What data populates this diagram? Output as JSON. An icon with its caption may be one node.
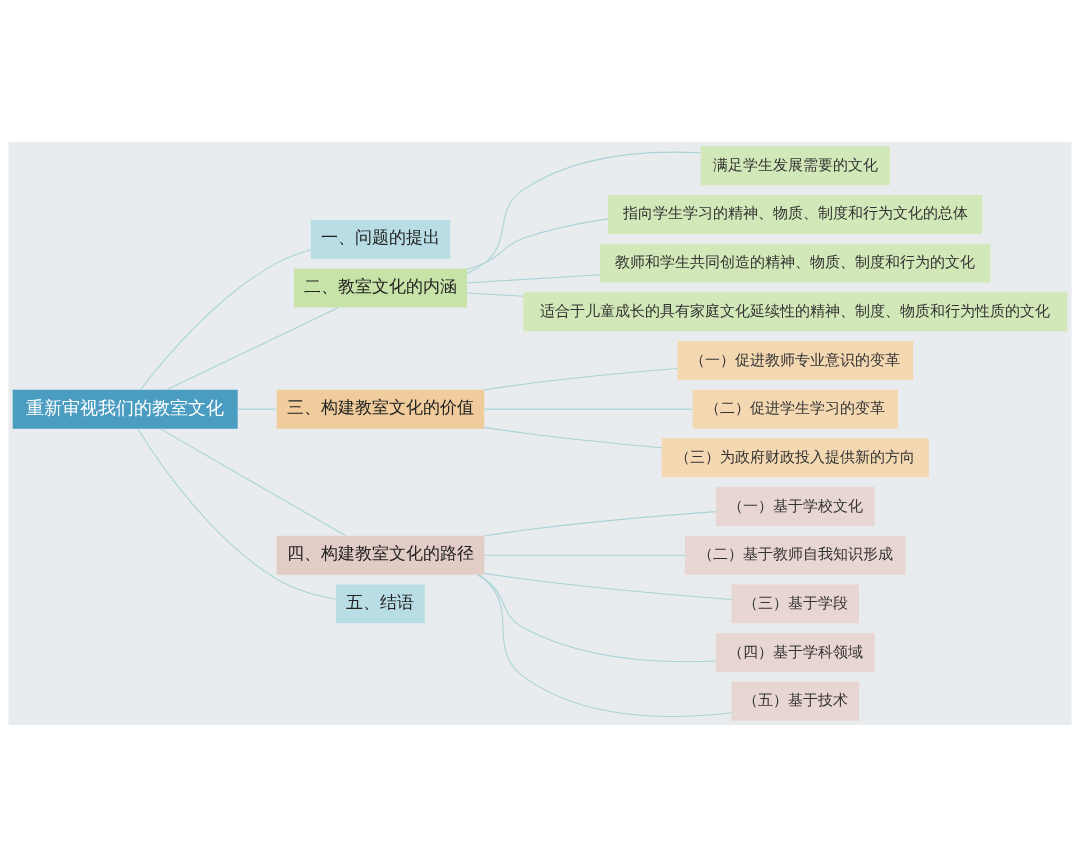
{
  "diagram": {
    "nodes": [
      {
        "text": [
          "重新审视我们的教室文化"
        ]
      },
      {
        "text": [
          "一、问题的提出"
        ]
      },
      {
        "text": [
          "二、教室文化的内涵"
        ]
      },
      {
        "text": [
          "满足学生发展需要的文化"
        ]
      },
      {
        "text": [
          "指向学生学习的精神、物质、制度和行为文化的总体"
        ]
      },
      {
        "text": [
          "教师和学生共同创造的精神、物质、制度和行为的文化"
        ]
      },
      {
        "text": [
          "适合于儿童成长的具有家庭文化延续性的精神、制度、物质和行为性质的文化"
        ]
      },
      {
        "text": [
          "三、构建教室文化的价值"
        ]
      },
      {
        "text": [
          "（一）促进教师专业意识的变革"
        ]
      },
      {
        "text": [
          "（二）促进学生学习的变革"
        ]
      },
      {
        "text": [
          "（三）为政府财政投入提供新的方向"
        ]
      },
      {
        "text": [
          "四、构建教室文化的路径"
        ]
      },
      {
        "text": [
          "（一）基于学校文化"
        ]
      },
      {
        "text": [
          "（二）基于教师自我知识形成"
        ]
      },
      {
        "text": [
          "（三）基于学段"
        ]
      },
      {
        "text": [
          "（四）基于学科领域"
        ]
      },
      {
        "text": [
          "（五）基于技术"
        ]
      },
      {
        "text": [
          "五、结语"
        ]
      }
    ],
    "edges": [
      {
        "from": 0,
        "to": 1,
        "arrow": "none"
      },
      {
        "from": 0,
        "to": 2,
        "arrow": "none"
      },
      {
        "from": 0,
        "to": 7,
        "arrow": "none"
      },
      {
        "from": 0,
        "to": 11,
        "arrow": "none"
      },
      {
        "from": 0,
        "to": 17,
        "arrow": "none"
      },
      {
        "from": 2,
        "to": 3,
        "arrow": "none"
      },
      {
        "from": 2,
        "to": 4,
        "arrow": "none"
      },
      {
        "from": 2,
        "to": 5,
        "arrow": "none"
      },
      {
        "from": 2,
        "to": 6,
        "arrow": "none"
      },
      {
        "from": 7,
        "to": 8,
        "arrow": "none"
      },
      {
        "from": 7,
        "to": 9,
        "arrow": "none"
      },
      {
        "from": 7,
        "to": 10,
        "arrow": "none"
      },
      {
        "from": 11,
        "to": 12,
        "arrow": "none"
      },
      {
        "from": 11,
        "to": 13,
        "arrow": "none"
      },
      {
        "from": 11,
        "to": 14,
        "arrow": "none"
      },
      {
        "from": 11,
        "to": 15,
        "arrow": "none"
      },
      {
        "from": 11,
        "to": 16,
        "arrow": "none"
      }
    ]
  }
}
